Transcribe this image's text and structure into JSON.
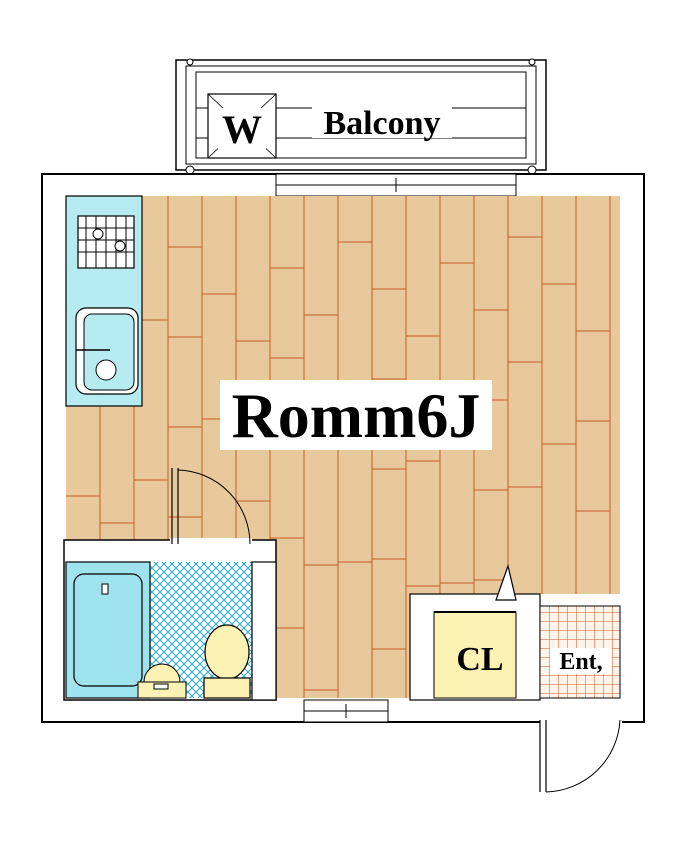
{
  "labels": {
    "balcony": "Balcony",
    "washer": "W",
    "room": "Romm6J",
    "closet": "CL",
    "entrance": "Ent,"
  },
  "colors": {
    "floor": "#e8c99b",
    "floor_line": "#c85a28",
    "wet_area": "#9fe3ee",
    "tile_grid": "#2aa8c8",
    "fixture_yellow": "#fcf2b4",
    "entrance_grid": "#c85a28",
    "wall": "#000000"
  }
}
